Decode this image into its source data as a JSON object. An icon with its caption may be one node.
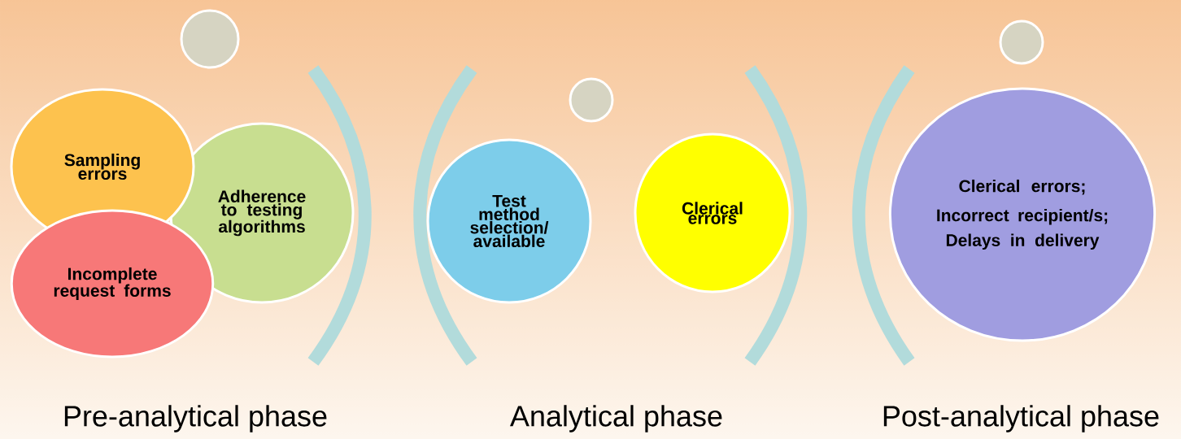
{
  "diagram": {
    "nodes": [
      {
        "text": [],
        "shape": "circle"
      },
      {
        "text": [
          "Sampling errors"
        ]
      },
      {
        "text": [
          "Adherence to testing algorithms"
        ]
      },
      {
        "text": [
          "Incomplete request forms"
        ]
      },
      {
        "text": [],
        "shape": "circle"
      },
      {
        "text": [
          "Test method selection/ available"
        ]
      },
      {
        "text": [
          "Clerical errors"
        ]
      },
      {
        "text": [],
        "shape": "circle"
      },
      {
        "text": [
          "Clerical errors;",
          "Incorrect recipient/s;",
          "Delays in delivery"
        ]
      }
    ],
    "labels": [
      "Pre-analytical phase",
      "Analytical phase",
      "Post-analytical phase"
    ]
  }
}
